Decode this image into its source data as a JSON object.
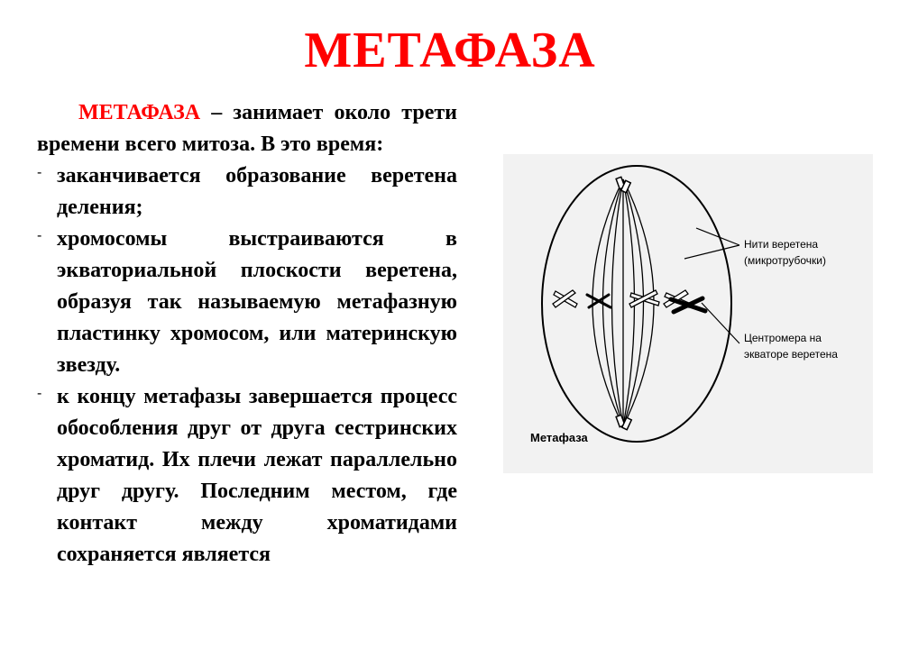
{
  "slide": {
    "title": "МЕТАФАЗА"
  },
  "text": {
    "intro_highlight": "МЕТАФАЗА",
    "intro_rest": " – занимает около трети времени всего митоза. В это время:",
    "bullet_marker": "-",
    "bullets": [
      "заканчивается образование веретена деления;",
      "хромосомы выстраиваются в экваториальной плоскости веретена, образуя так называемую метафазную пластинку хромосом, или материнскую звезду.",
      "к концу метафазы завершается процесс обособления друг от друга сестринских хроматид. Их плечи лежат параллельно друг другу. Последним местом, где контакт между хроматидами сохраняется является"
    ]
  },
  "figure": {
    "label_spindle_line1": "Нити веретена",
    "label_spindle_line2": "(микротрубочки)",
    "label_centromere_line1": "Центромера на",
    "label_centromere_line2": "экваторе веретена",
    "caption": "Метафаза"
  }
}
